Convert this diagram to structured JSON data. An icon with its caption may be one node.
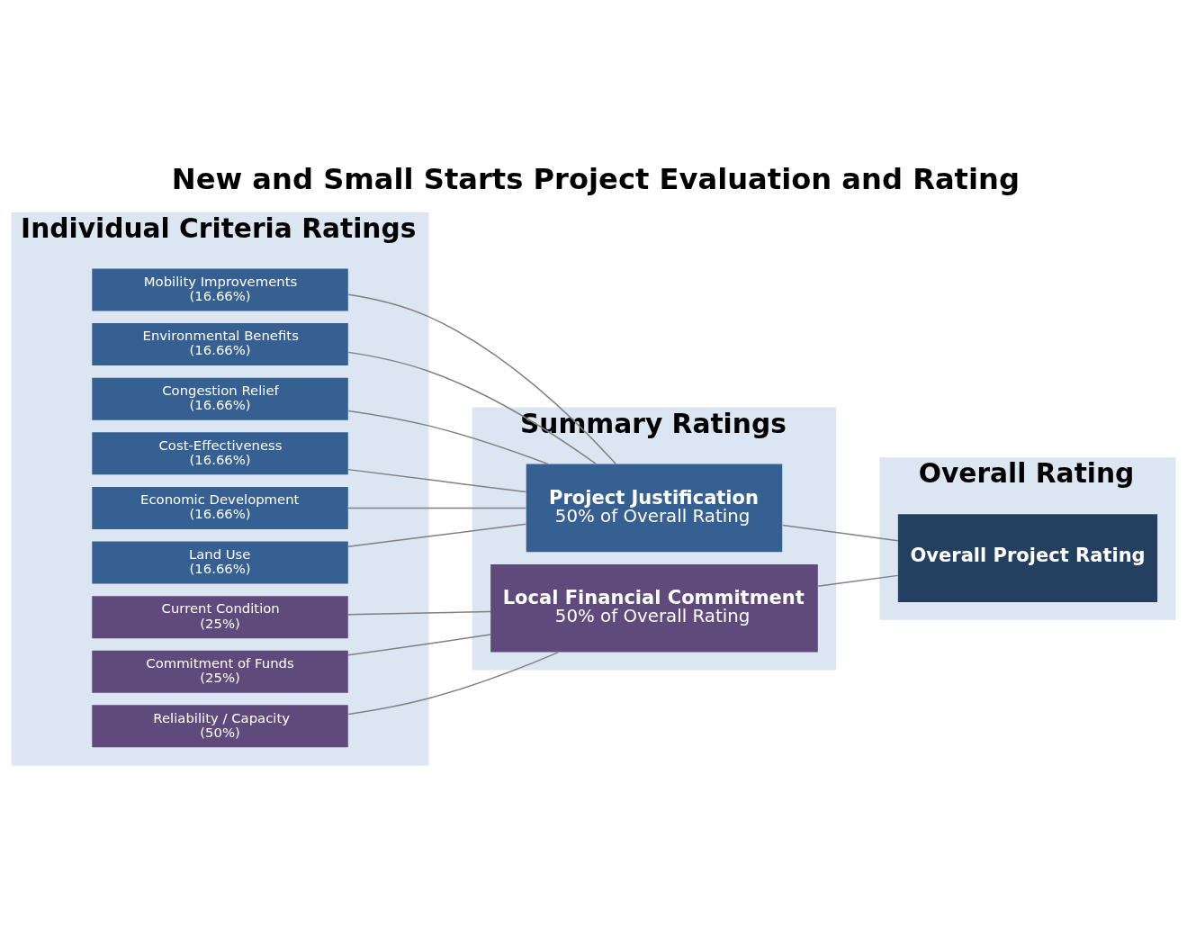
{
  "diagram": {
    "title": "New and Small Starts Project Evaluation and Rating",
    "nodes": [
      {
        "text": [
          "Individual Criteria Ratings"
        ]
      },
      {
        "text": [
          "Mobility Improvements",
          "(16.66%)"
        ],
        "in": 0
      },
      {
        "text": [
          "Environmental Benefits",
          "(16.66%)"
        ],
        "in": 0
      },
      {
        "text": [
          "Congestion Relief",
          "(16.66%)"
        ],
        "in": 0
      },
      {
        "text": [
          "Cost-Effectiveness",
          "(16.66%)"
        ],
        "in": 0
      },
      {
        "text": [
          "Economic Development",
          "(16.66%)"
        ],
        "in": 0
      },
      {
        "text": [
          "Land Use",
          "(16.66%)"
        ],
        "in": 0
      },
      {
        "text": [
          "Current Condition",
          "(25%)"
        ],
        "in": 0
      },
      {
        "text": [
          "Commitment of Funds",
          "(25%)"
        ],
        "in": 0
      },
      {
        "text": [
          "Reliability / Capacity",
          "(50%)"
        ],
        "in": 0
      },
      {
        "text": [
          "Summary Ratings"
        ]
      },
      {
        "text": [
          "Project Justification",
          "50% of Overall Rating"
        ],
        "in": 10
      },
      {
        "text": [
          "Local Financial Commitment",
          "50% of Overall Rating"
        ],
        "in": 10
      },
      {
        "text": [
          "Overall Rating"
        ]
      },
      {
        "text": [
          "Overall Project Rating"
        ],
        "in": 13
      }
    ],
    "edges": [
      {
        "from": 1,
        "to": 11,
        "arrow": "none"
      },
      {
        "from": 2,
        "to": 11,
        "arrow": "none"
      },
      {
        "from": 3,
        "to": 11,
        "arrow": "none"
      },
      {
        "from": 4,
        "to": 11,
        "arrow": "none"
      },
      {
        "from": 5,
        "to": 11,
        "arrow": "none"
      },
      {
        "from": 6,
        "to": 11,
        "arrow": "none"
      },
      {
        "from": 7,
        "to": 12,
        "arrow": "none"
      },
      {
        "from": 8,
        "to": 12,
        "arrow": "none"
      },
      {
        "from": 9,
        "to": 12,
        "arrow": "none"
      },
      {
        "from": 11,
        "to": 14,
        "arrow": "none"
      },
      {
        "from": 12,
        "to": 14,
        "arrow": "none"
      }
    ]
  }
}
